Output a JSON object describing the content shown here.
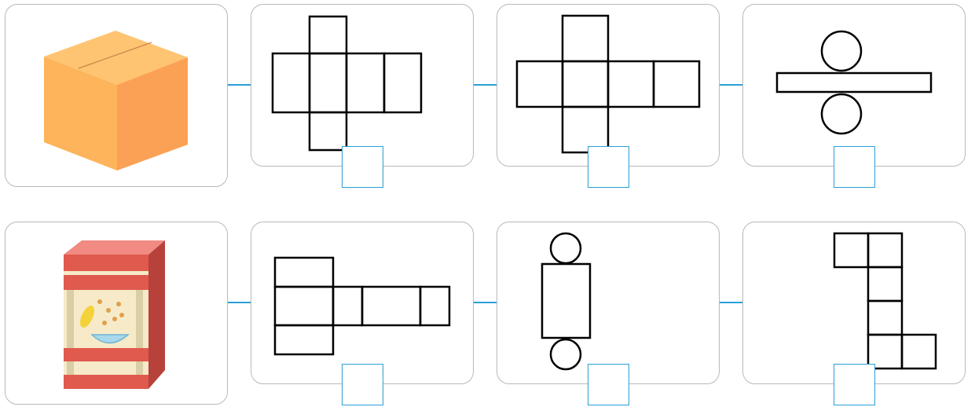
{
  "rows": [
    {
      "object": {
        "name": "cardboard-box",
        "colors": {
          "top": "#ffc472",
          "left": "#fdb45a",
          "right": "#fba155",
          "seam": "#c9864a"
        }
      },
      "nets": [
        "cube-net-cross-1-4-1",
        "cube-net-cross-1-4-1-end",
        "cylinder-net"
      ],
      "answers": [
        "",
        "",
        ""
      ]
    },
    {
      "object": {
        "name": "cereal-box",
        "colors": {
          "front": "#f7eac8",
          "band": "#e05a4e",
          "top": "#f08a82",
          "side": "#b7423c",
          "stripe": "#d9cfa6"
        }
      },
      "nets": [
        "cuboid-net",
        "cylinder-net-vertical",
        "cube-net-staircase"
      ],
      "answers": [
        "",
        "",
        ""
      ]
    }
  ],
  "colors": {
    "card_border": "#b9b9b9",
    "connector": "#2a9fd6",
    "answer_border": "#2a9fd6",
    "net_stroke": "#000000"
  }
}
